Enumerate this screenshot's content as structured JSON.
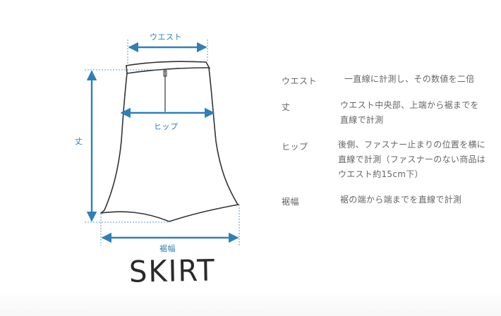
{
  "diagram": {
    "labels": {
      "waist": "ウエスト",
      "hip": "ヒップ",
      "length": "丈",
      "hem": "裾幅"
    },
    "title": "SKIRT",
    "colors": {
      "arrow": "#2f7fb8",
      "outline": "#333333",
      "text": "#666666"
    }
  },
  "measurements": [
    {
      "label": "ウエスト",
      "lines": [
        "一直線に計測し、その数値を二倍"
      ]
    },
    {
      "label": "丈",
      "lines": [
        "ウエスト中央部、上端から裾までを",
        "直線で計測"
      ]
    },
    {
      "label": "ヒップ",
      "lines": [
        "後側、ファスナー止まりの位置を横に",
        "直線で計測（ファスナーのない商品は",
        "ウエスト約15cm下）"
      ]
    },
    {
      "label": "裾幅",
      "lines": [
        "裾の端から端までを直線で計測"
      ]
    }
  ]
}
